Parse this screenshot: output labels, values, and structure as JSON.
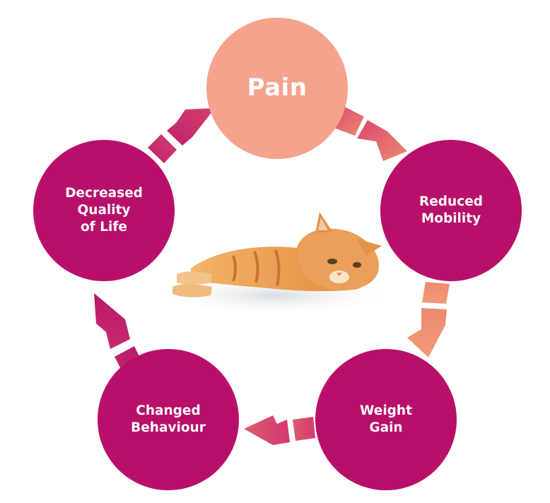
{
  "nodes": {
    "pain": "Pain",
    "mobility": "Reduced\nMobility",
    "weight": "Weight\nGain",
    "behaviour": "Changed\nBehaviour",
    "quality": "Decreased\nQuality\nof Life"
  },
  "colors": {
    "pain": "#f5a38c",
    "primary": "#b8106a",
    "arrow_light": "#ee8a70",
    "arrow_dark": "#c72a6e"
  },
  "icons": {
    "center_image": "orange-tabby-cat-lying-down"
  }
}
